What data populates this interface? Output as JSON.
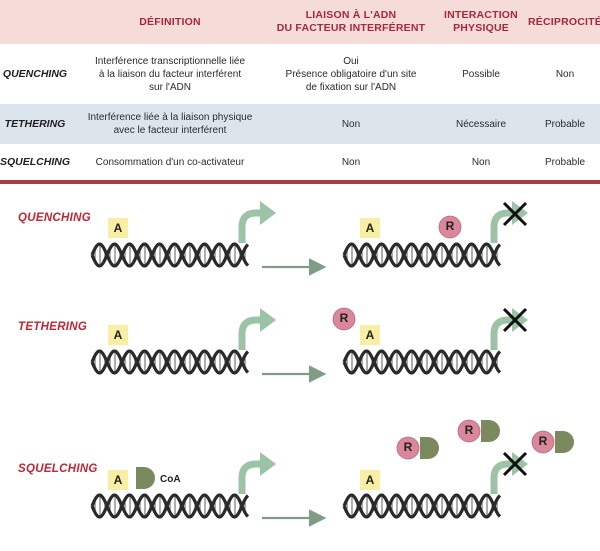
{
  "table": {
    "headers": {
      "definition": "DÉFINITION",
      "dna_binding_l1": "LIAISON À L'ADN",
      "dna_binding_l2": "DU FACTEUR INTERFÉRENT",
      "physical_l1": "INTERACTION",
      "physical_l2": "PHYSIQUE",
      "reciprocity": "RÉCIPROCITÉ"
    },
    "rows": [
      {
        "term": "QUENCHING",
        "definition_l1": "Interférence transcriptionnelle liée",
        "definition_l2": "à la liaison du facteur interférent",
        "definition_l3": "sur l'ADN",
        "dna_binding_l1": "Oui",
        "dna_binding_l2": "Présence obligatoire d'un site",
        "dna_binding_l3": "de fixation sur l'ADN",
        "physical": "Possible",
        "reciprocity": "Non"
      },
      {
        "term": "TETHERING",
        "definition_l1": "Interférence liée à la liaison physique",
        "definition_l2": "avec le facteur interférent",
        "dna_binding": "Non",
        "physical": "Nécessaire",
        "reciprocity": "Probable"
      },
      {
        "term": "SQUELCHING",
        "definition_l1": "Consommation d'un co-activateur",
        "dna_binding": "Non",
        "physical": "Non",
        "reciprocity": "Probable"
      }
    ]
  },
  "diagram": {
    "quenching_label": "QUENCHING",
    "tethering_label": "TETHERING",
    "squelching_label": "SQUELCHING",
    "activator_letter": "A",
    "repressor_letter": "R",
    "coactivator_label": "CoA",
    "colors": {
      "dna": "#2a2a2a",
      "arrow": "#9cc3a6",
      "repressor": "#d9879a",
      "coactivator": "#7a8a5e",
      "activator": "#f8efa5",
      "accent": "#c42533"
    }
  }
}
